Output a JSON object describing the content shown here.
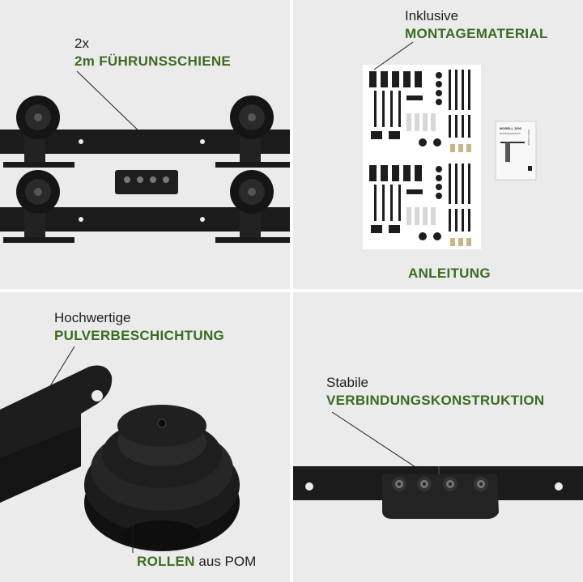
{
  "panels": {
    "rails": {
      "prefix": "2x",
      "highlight": "2m FÜHRUNSSCHIENE"
    },
    "hardware": {
      "prefix": "Inklusive",
      "highlight": "MONTAGEMATERIAL",
      "manual_label": "ANLEITUNG",
      "booklet_title": "MODELL J200",
      "booklet_subtitle": "MONTAGEANLEITUNG",
      "booklet_side": "INSTRUKTIONER"
    },
    "coating": {
      "prefix": "Hochwertige",
      "highlight": "PULVERBESCHICHTUNG",
      "roller_highlight": "ROLLEN",
      "roller_suffix": " aus POM"
    },
    "connector": {
      "prefix": "Stabile",
      "highlight": "VERBINDUNGSKONSTRUKTION"
    }
  },
  "colors": {
    "accent_green": "#3c6b21",
    "steel": "#1c1c1c",
    "panel_bg": "#ebebeb"
  }
}
